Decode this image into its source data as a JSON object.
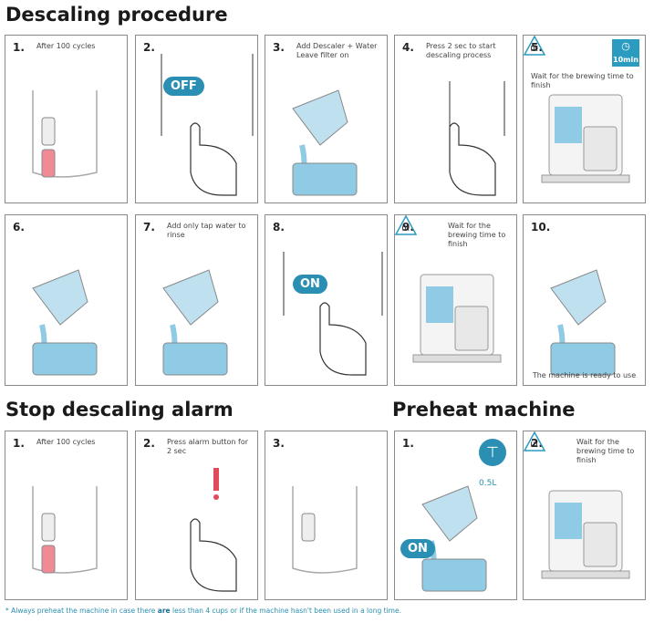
{
  "sections": {
    "descaling": "Descaling procedure",
    "stop_alarm": "Stop descaling alarm",
    "preheat": "Preheat machine"
  },
  "descaling_steps": [
    {
      "num": "1.",
      "text": "After 100 cycles"
    },
    {
      "num": "2.",
      "text": "",
      "badge": "OFF"
    },
    {
      "num": "3.",
      "text": "Add Descaler + Water Leave filter on"
    },
    {
      "num": "4.",
      "text": "Press 2 sec to start descaling process"
    },
    {
      "num": "5.",
      "text": "Wait for the brewing time to finish",
      "timer": "10min"
    },
    {
      "num": "6.",
      "text": ""
    },
    {
      "num": "7.",
      "text": "Add only tap water to rinse"
    },
    {
      "num": "8.",
      "text": "",
      "badge": "ON"
    },
    {
      "num": "9.",
      "text": "Wait for the brewing time to finish"
    },
    {
      "num": "10.",
      "text": "",
      "footer": "The machine is ready to use"
    }
  ],
  "alarm_steps": [
    {
      "num": "1.",
      "text": "After 100 cycles"
    },
    {
      "num": "2.",
      "text": "Press alarm button for 2 sec"
    },
    {
      "num": "3.",
      "text": ""
    }
  ],
  "preheat_steps": [
    {
      "num": "1.",
      "text": "",
      "volume": "0.5L",
      "badge": "ON"
    },
    {
      "num": "2.",
      "text": "Wait for the brewing time to finish"
    }
  ],
  "footnote": {
    "pre": "* Always preheat the machine in case there ",
    "bold": "are",
    "post": " less than 4 cups or if the machine hasn't been used in a long time."
  },
  "colors": {
    "accent": "#2b8fb3",
    "water": "#8fcbe4",
    "alert": "#e04a5a"
  }
}
